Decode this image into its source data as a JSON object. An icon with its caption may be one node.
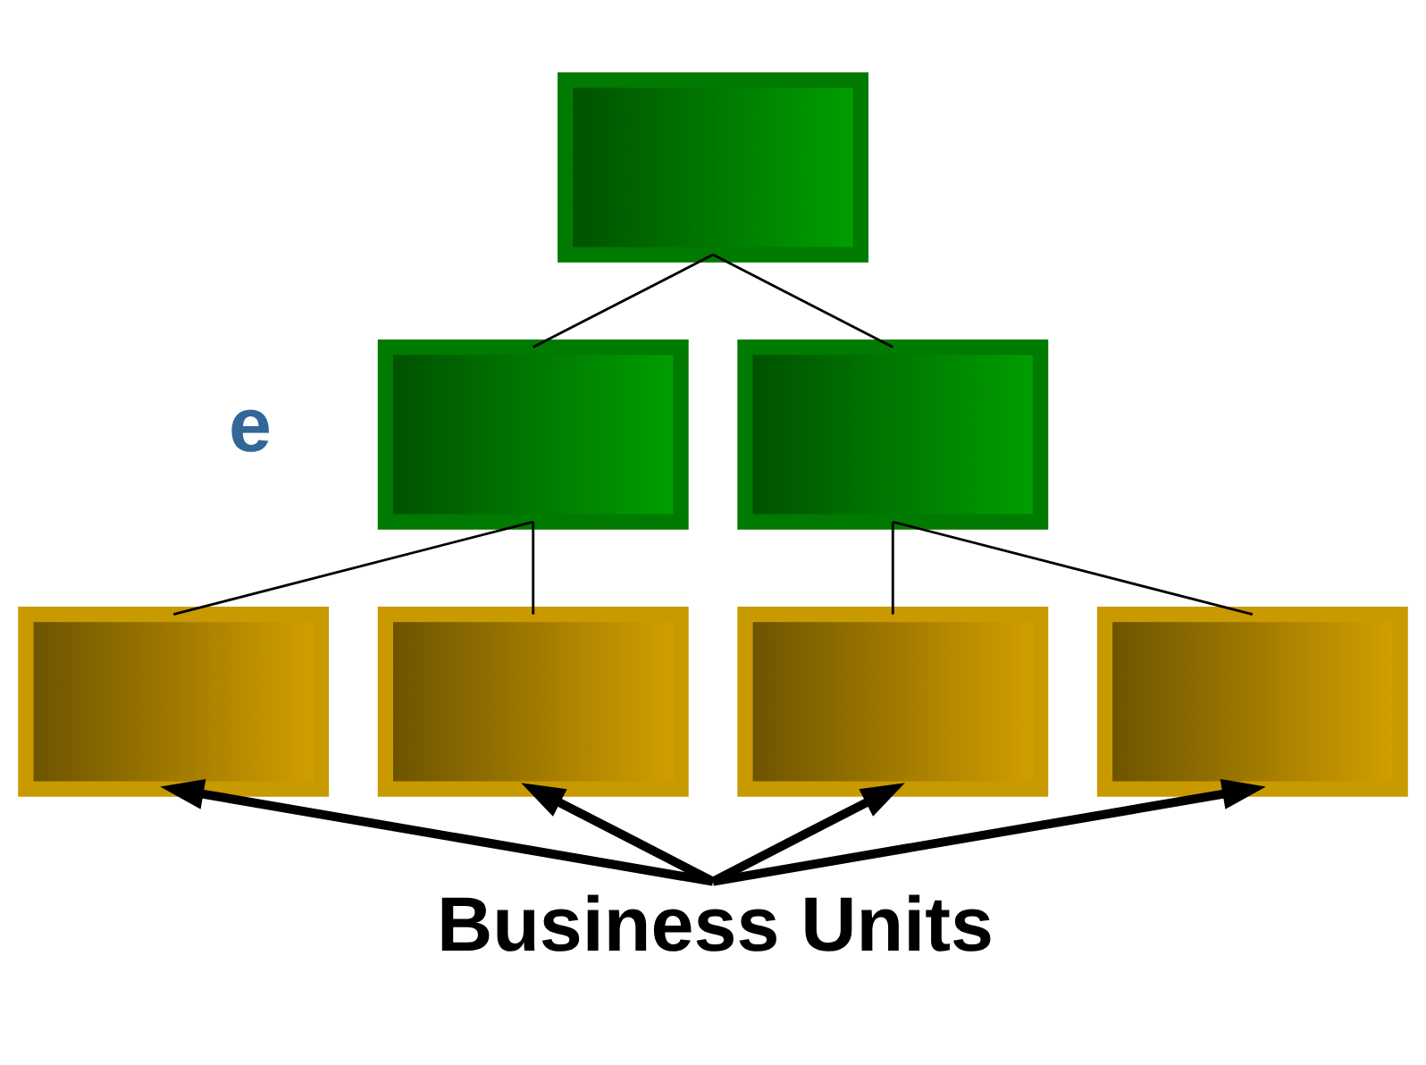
{
  "diagram": {
    "nodes": [
      {
        "text": [],
        "shape": "box"
      },
      {
        "text": [],
        "shape": "box"
      },
      {
        "text": [],
        "shape": "box"
      },
      {
        "text": [],
        "shape": "box"
      },
      {
        "text": [],
        "shape": "box"
      },
      {
        "text": [],
        "shape": "box"
      },
      {
        "text": [],
        "shape": "box"
      },
      {
        "text": [
          "Business Units"
        ]
      }
    ],
    "edges": [
      {
        "from": 0,
        "to": 1,
        "arrow": "none"
      },
      {
        "from": 0,
        "to": 2,
        "arrow": "none"
      },
      {
        "from": 1,
        "to": 3,
        "arrow": "none"
      },
      {
        "from": 1,
        "to": 4,
        "arrow": "none"
      },
      {
        "from": 2,
        "to": 5,
        "arrow": "none"
      },
      {
        "from": 2,
        "to": 6,
        "arrow": "none"
      },
      {
        "from": 7,
        "to": 3,
        "arrow": "to",
        "style": "thick"
      },
      {
        "from": 7,
        "to": 4,
        "arrow": "to",
        "style": "thick"
      },
      {
        "from": 7,
        "to": 5,
        "arrow": "to",
        "style": "thick"
      },
      {
        "from": 7,
        "to": 6,
        "arrow": "to",
        "style": "thick"
      }
    ],
    "labels": [
      "e"
    ]
  }
}
